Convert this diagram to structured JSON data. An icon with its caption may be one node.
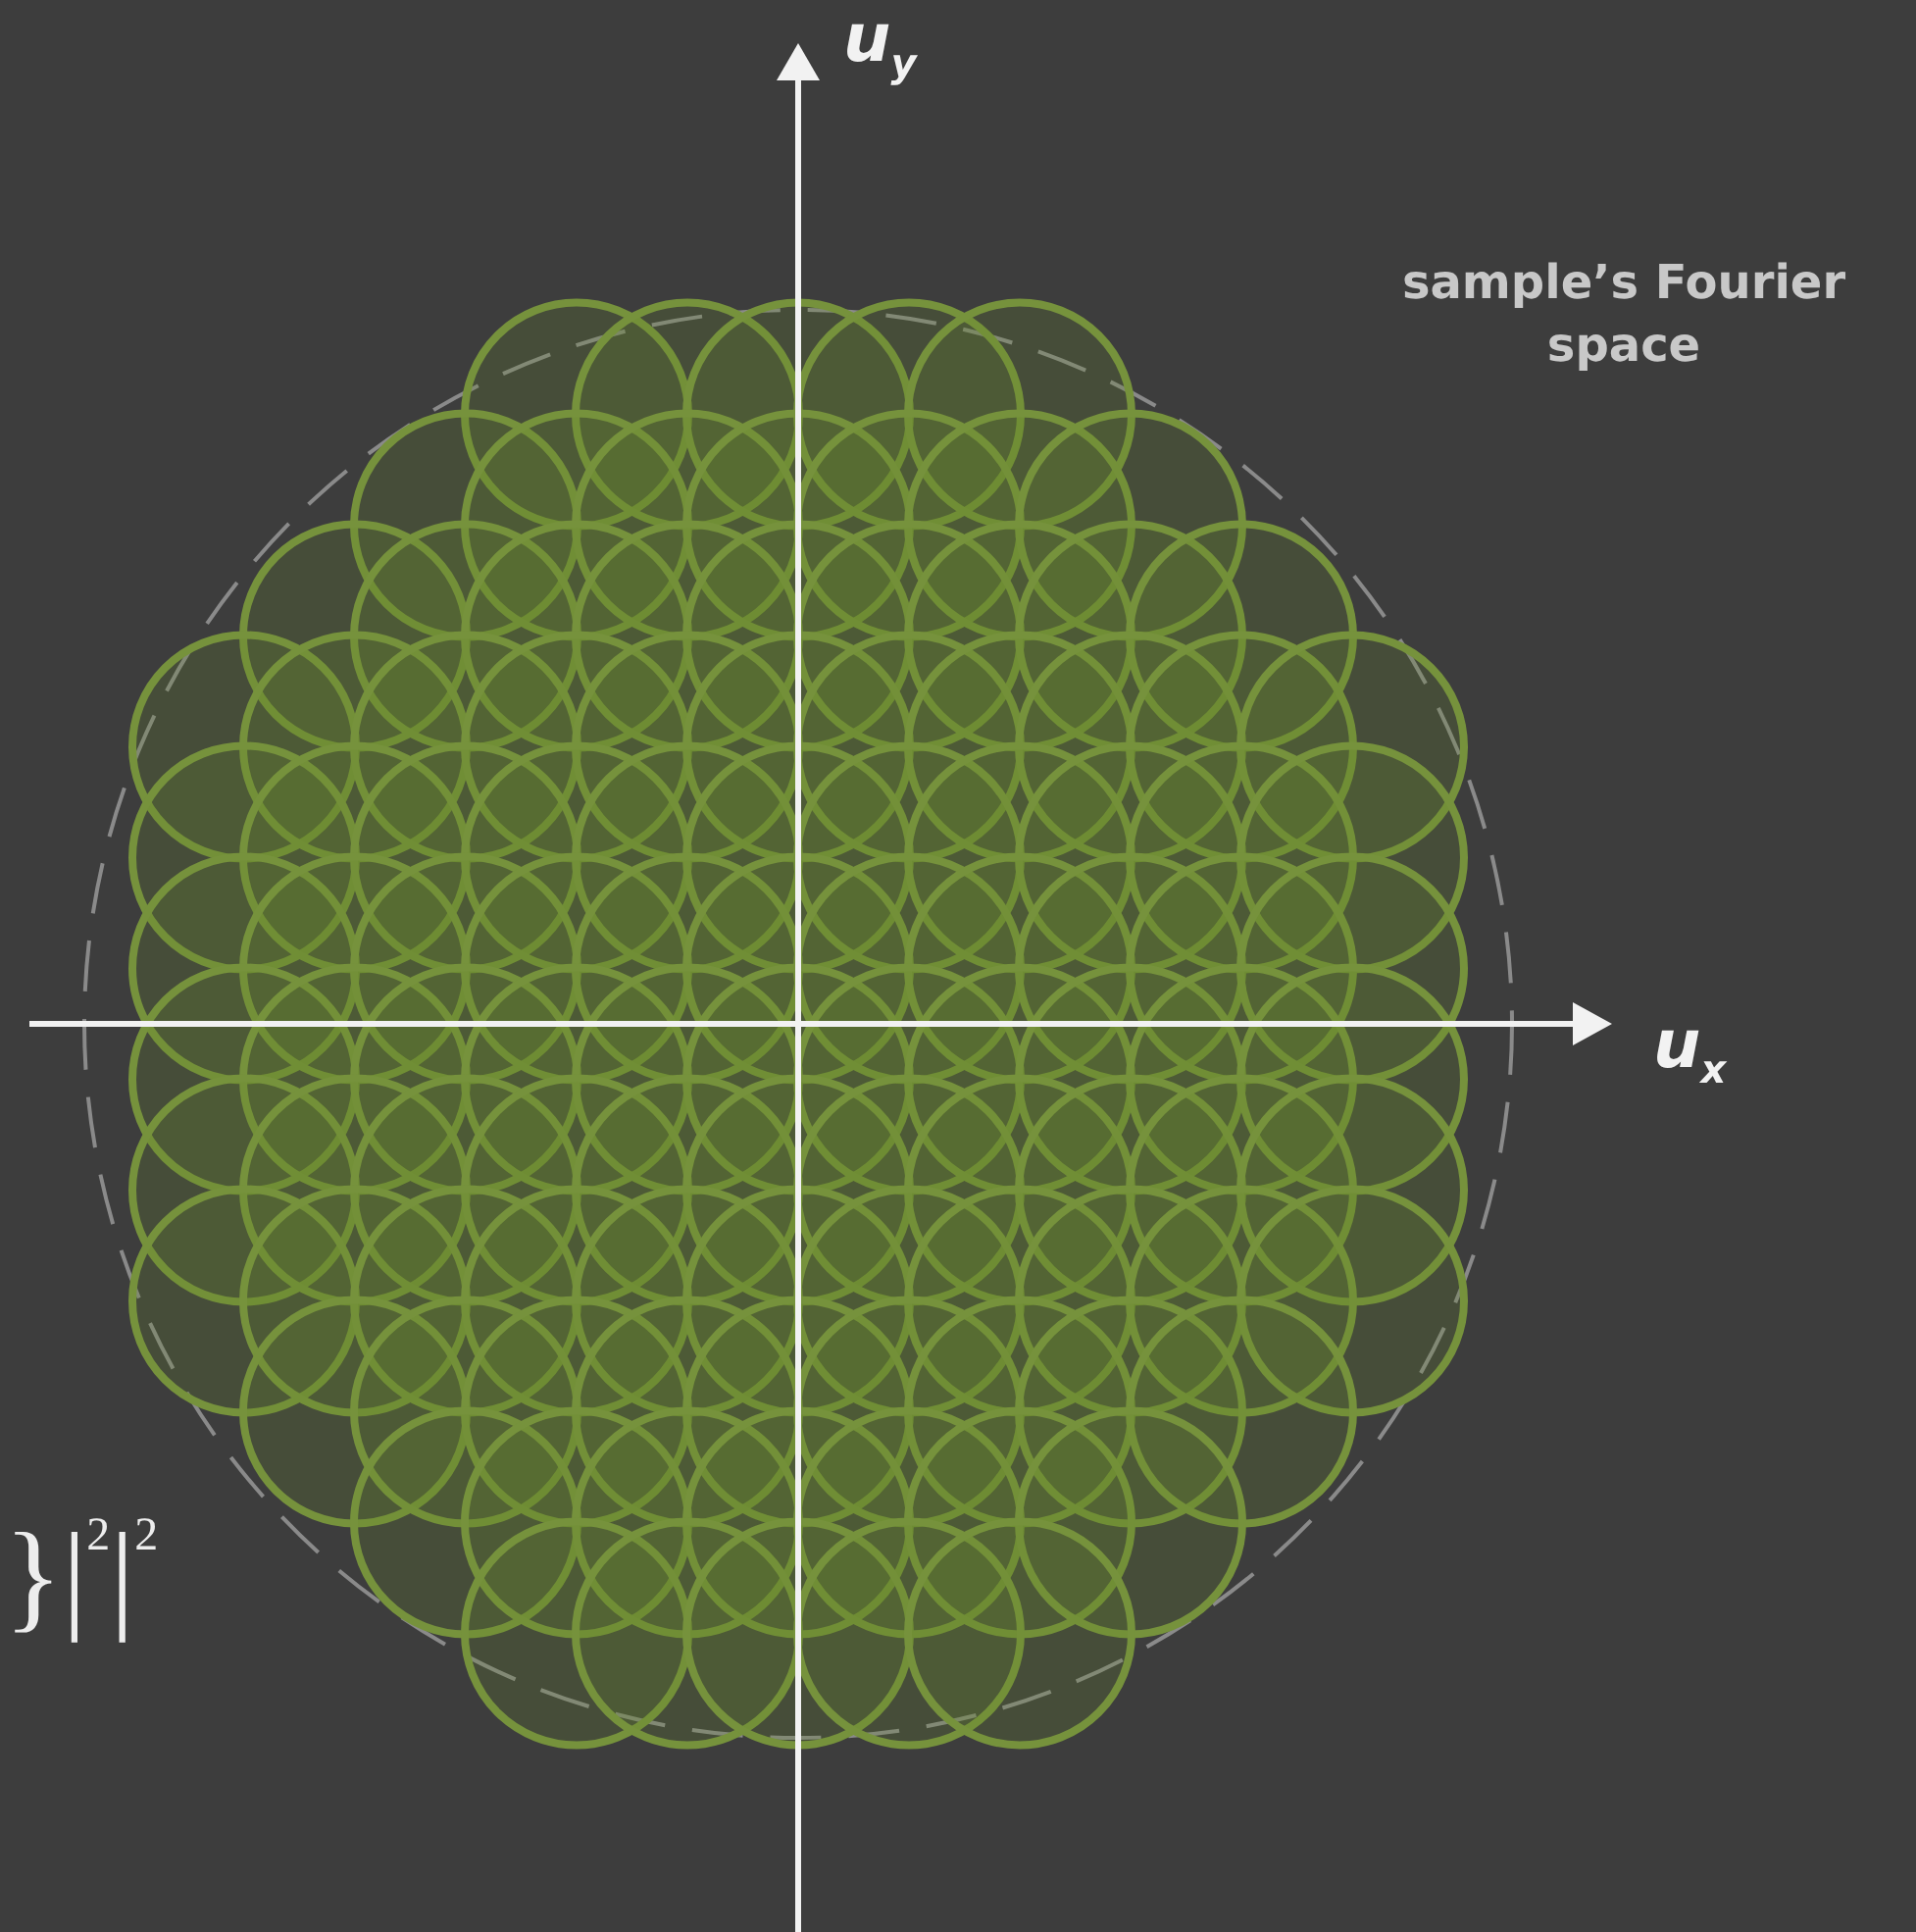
{
  "diagram": {
    "labels": [
      "u$_{y}$",
      "sample’s Fourier space",
      "u$_{x}$",
      "}|$^{2}$|$^{2}$"
    ]
  }
}
